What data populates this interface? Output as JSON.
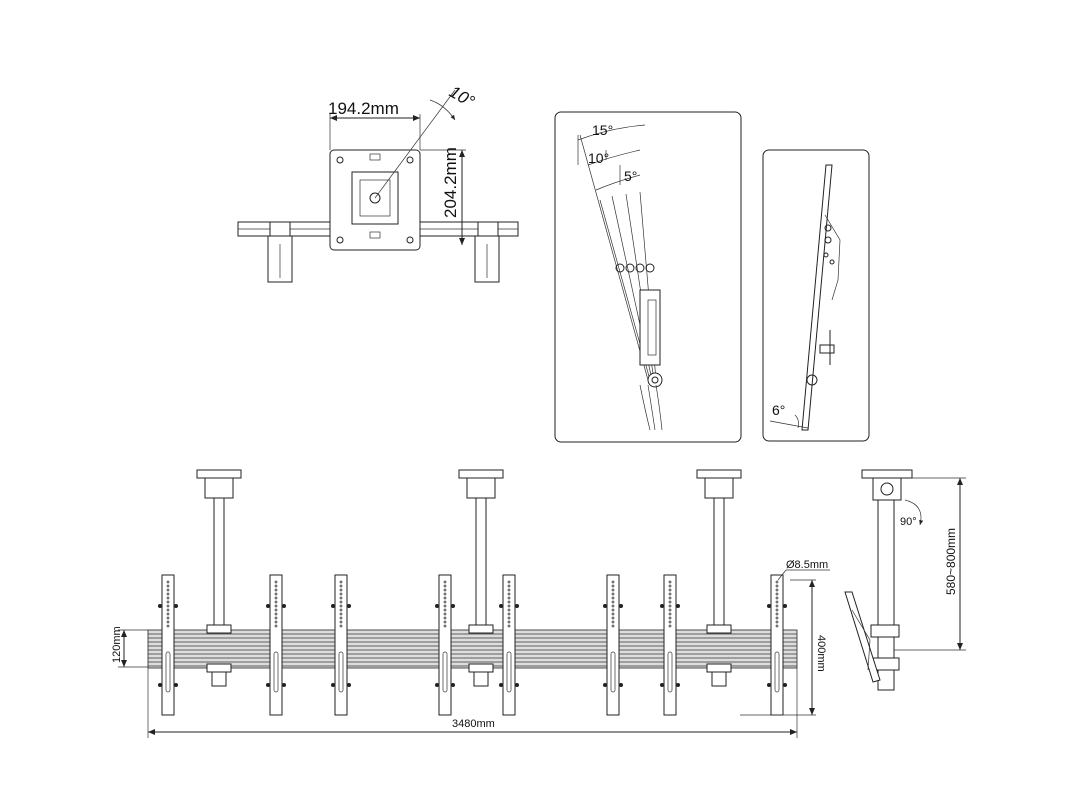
{
  "top_view": {
    "width_label": "194.2mm",
    "height_label": "204.2mm",
    "angle_label": "10°"
  },
  "tilt_panel": {
    "angles": [
      "15°",
      "10°",
      "5°"
    ]
  },
  "side_panel": {
    "angle_label": "6°"
  },
  "front_view": {
    "rail_height_label": "120mm",
    "total_width_label": "3480mm",
    "bracket_height_label": "400mm",
    "hole_label": "Ø8.5mm"
  },
  "side_view": {
    "rotation_label": "90°",
    "drop_label": "580~800mm"
  }
}
